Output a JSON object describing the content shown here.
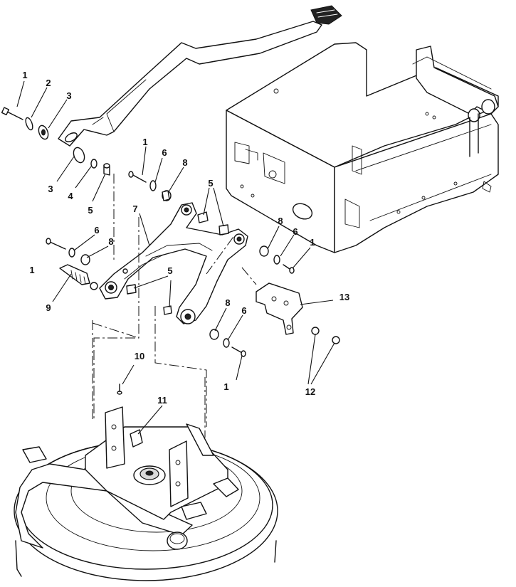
{
  "callouts": [
    {
      "id": "c1a",
      "text": "1"
    },
    {
      "id": "c2",
      "text": "2"
    },
    {
      "id": "c3a",
      "text": "3"
    },
    {
      "id": "c3b",
      "text": "3"
    },
    {
      "id": "c4",
      "text": "4"
    },
    {
      "id": "c5a",
      "text": "5"
    },
    {
      "id": "c1b",
      "text": "1"
    },
    {
      "id": "c6a",
      "text": "6"
    },
    {
      "id": "c8a",
      "text": "8"
    },
    {
      "id": "c5b",
      "text": "5"
    },
    {
      "id": "c7",
      "text": "7"
    },
    {
      "id": "c6b",
      "text": "6"
    },
    {
      "id": "c8b",
      "text": "8"
    },
    {
      "id": "c1c",
      "text": "1"
    },
    {
      "id": "c9",
      "text": "9"
    },
    {
      "id": "c5c",
      "text": "5"
    },
    {
      "id": "c8c",
      "text": "8"
    },
    {
      "id": "c6c",
      "text": "6"
    },
    {
      "id": "c1d",
      "text": "1"
    },
    {
      "id": "c8d",
      "text": "8"
    },
    {
      "id": "c6d",
      "text": "6"
    },
    {
      "id": "c1e",
      "text": "1"
    },
    {
      "id": "c13",
      "text": "13"
    },
    {
      "id": "c12",
      "text": "12"
    },
    {
      "id": "c10",
      "text": "10"
    },
    {
      "id": "c11",
      "text": "11"
    }
  ]
}
